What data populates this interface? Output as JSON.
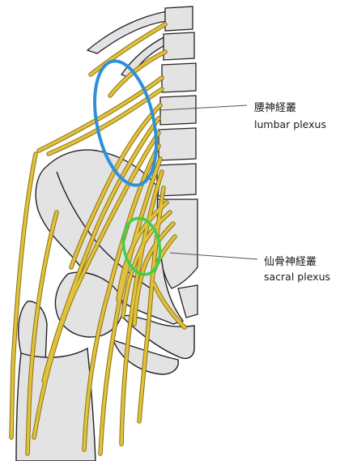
{
  "labels": {
    "lumbar_jp": "腰神経叢",
    "lumbar_en": "lumbar plexus",
    "sacral_jp": "仙骨神経叢",
    "sacral_en": "sacral plexus"
  },
  "colors": {
    "bone": "#e3e3e3",
    "outline": "#222222",
    "nerve": "#e2c23a",
    "nerve_edge": "#8a7216",
    "lumbar_circle": "#2f8fd8",
    "sacral_circle": "#3fcf4f",
    "leader": "#555555"
  }
}
